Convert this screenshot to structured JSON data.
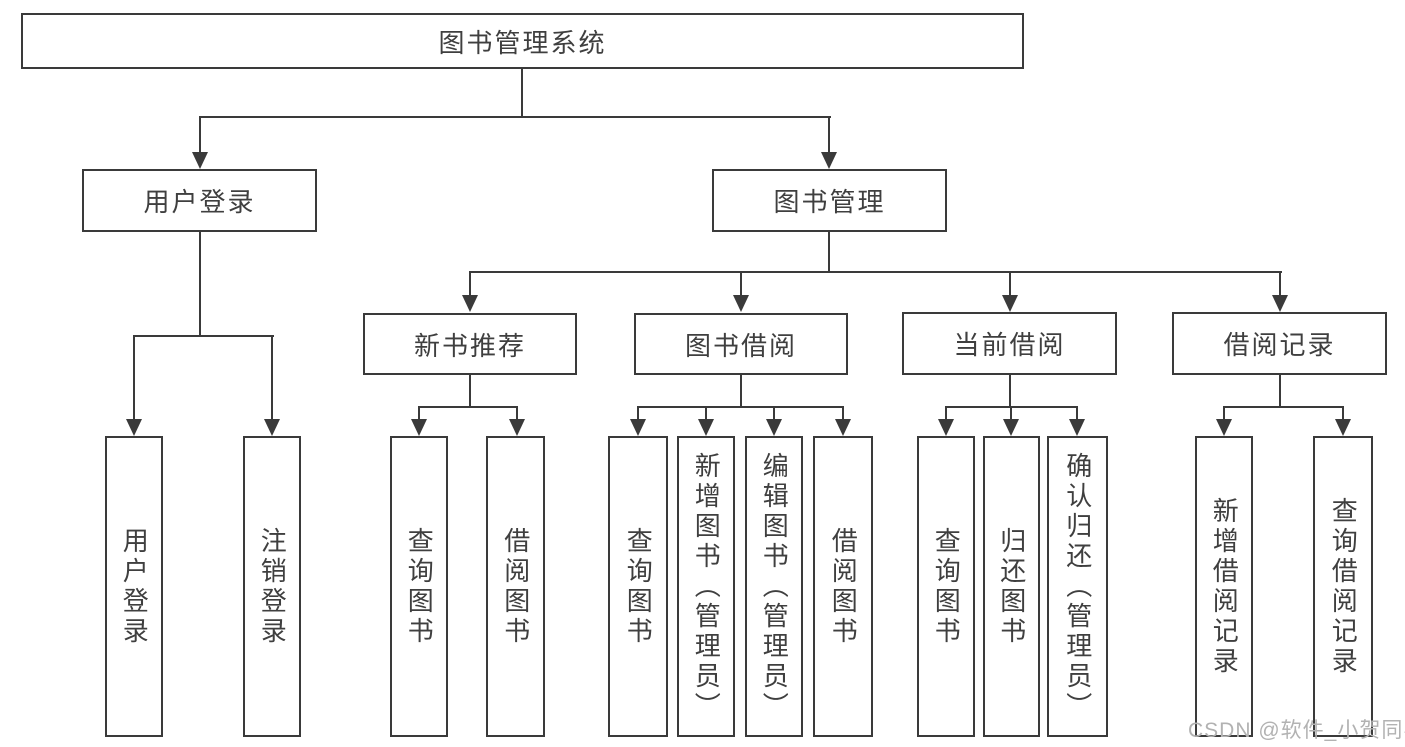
{
  "tree": {
    "label": "图书管理系统",
    "children": [
      {
        "label": "用户登录",
        "children": [
          {
            "label": "用户登录"
          },
          {
            "label": "注销登录"
          }
        ]
      },
      {
        "label": "图书管理",
        "children": [
          {
            "label": "新书推荐",
            "children": [
              {
                "label": "查询图书"
              },
              {
                "label": "借阅图书"
              }
            ]
          },
          {
            "label": "图书借阅",
            "children": [
              {
                "label": "查询图书"
              },
              {
                "label": "新增图书（管理员）"
              },
              {
                "label": "编辑图书（管理员）"
              },
              {
                "label": "借阅图书"
              }
            ]
          },
          {
            "label": "当前借阅",
            "children": [
              {
                "label": "查询图书"
              },
              {
                "label": "归还图书"
              },
              {
                "label": "确认归还（管理员）"
              }
            ]
          },
          {
            "label": "借阅记录",
            "children": [
              {
                "label": "新增借阅记录"
              },
              {
                "label": "查询借阅记录"
              }
            ]
          }
        ]
      }
    ]
  },
  "watermark": {
    "text": "CSDN @软件_小贺同学"
  },
  "colors": {
    "line": "#3a3a3a",
    "box_border": "#3a3a3a",
    "box_background": "#ffffff",
    "text": "#3f3f3f",
    "watermark_text": "#b2b2b2",
    "page_background": "#ffffff"
  }
}
